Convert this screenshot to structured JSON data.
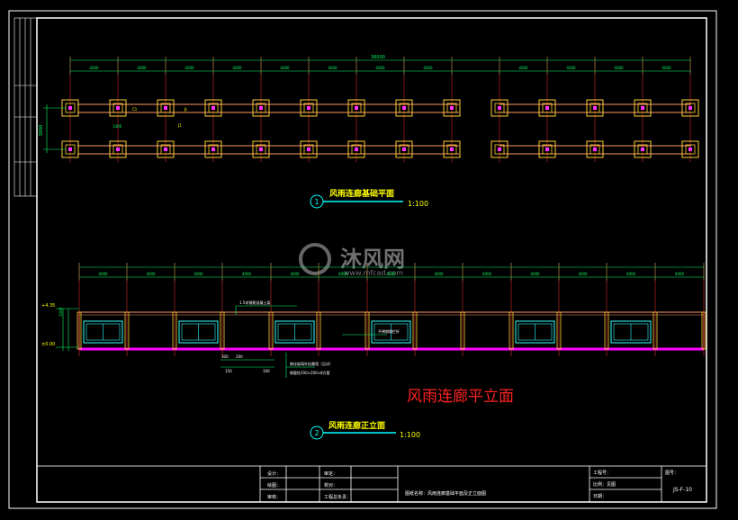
{
  "drawing": {
    "plan_total_dim": "36000",
    "plan_spacing_dim": "4000",
    "plan_width_dim": "3000",
    "plan_small_dims": [
      "1400",
      "C1",
      "JL",
      "J1"
    ],
    "plan_title": "风雨连廊基础平面",
    "plan_scale": "1:100",
    "plan_number": "1",
    "elev_spacing_dim": "4000",
    "elev_notes": [
      "1.5米钢筋混凝土梁",
      "不锈钢钢栏杆",
      "钢化玻璃外挂幕墙（见详）",
      "钢管柱200×200×8方管"
    ],
    "elev_levels": [
      "+4.35",
      "±0.00"
    ],
    "elev_dims": [
      "1000",
      "300",
      "200",
      "150",
      "100"
    ],
    "elev_title": "风雨连廊正立面",
    "elev_scale": "1:100",
    "elev_number": "2",
    "caption": "风雨连廊平立面",
    "watermark_text": "沐风网",
    "watermark_url": "www.mfcad.com"
  },
  "title_block": {
    "design_label": "设计：",
    "drawing_label": "绘图：",
    "check_label": "审核：",
    "review_label": "审定：",
    "proofread_label": "校对：",
    "chief_label": "工程总负责：",
    "drawing_name": "图纸名称：风雨连廊基础平面及正立面图",
    "project_no_label": "工程号：",
    "scale_label": "比例：见图",
    "date_label": "日期：",
    "sheet_label": "图号：",
    "sheet_no": "JS-F-10"
  },
  "colors": {
    "frame": "#ffffff",
    "dim_line": "#00ff66",
    "column_outer": "#ffcc33",
    "column_inner": "#ff33ff",
    "beam": "#ff9966",
    "axis": "#ff3333",
    "glass": "#33ffff",
    "ground": "#ff00ff",
    "label": "#ffff00",
    "caption": "#ff2222",
    "cyan": "#00ffff"
  }
}
